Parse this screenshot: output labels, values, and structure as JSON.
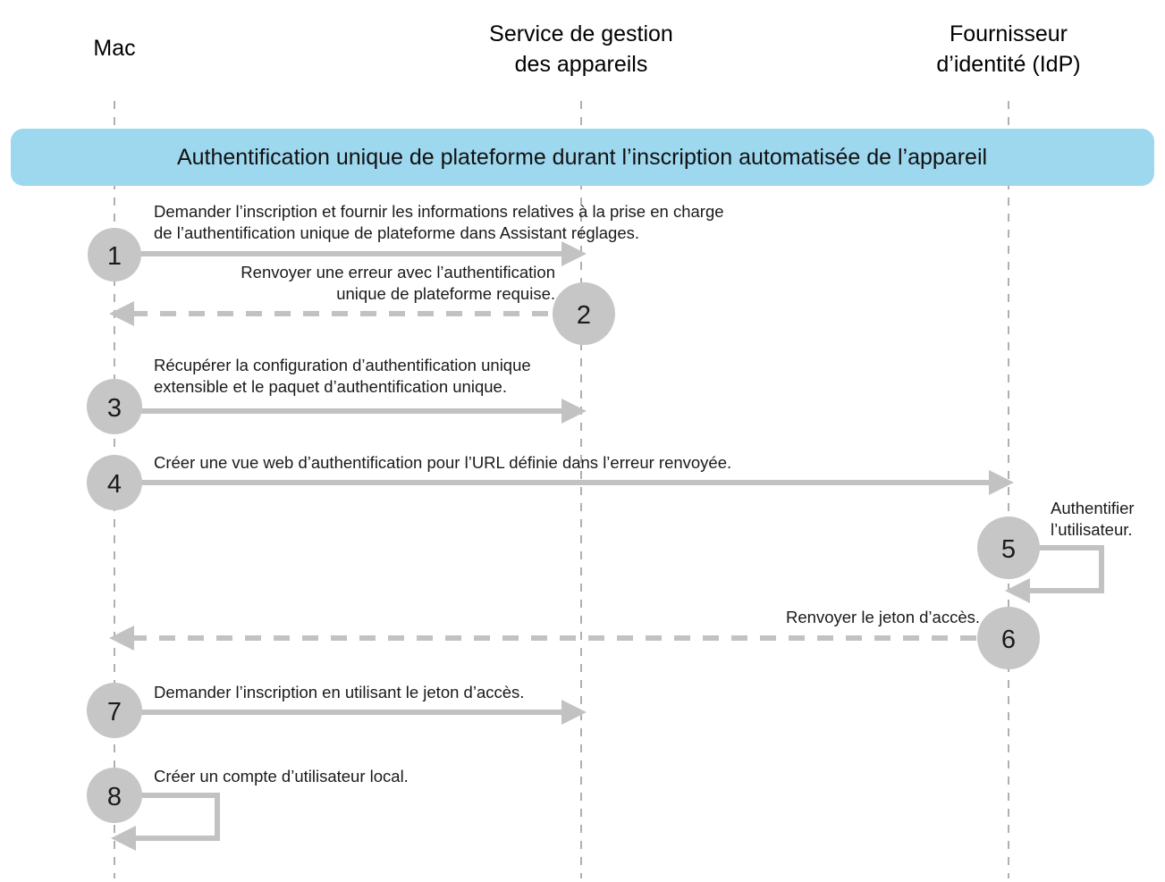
{
  "diagram": {
    "title": "Authentification unique de plateforme durant l’inscription automatisée de l’appareil",
    "banner_color": "#9ED8EF",
    "line_color": "#c2c2c2",
    "circle_color": "#c6c6c6",
    "lifeline_color": "#b0b0b0",
    "actors": [
      {
        "id": "mac",
        "label_line1": "Mac",
        "label_line2": ""
      },
      {
        "id": "mdm",
        "label_line1": "Service de gestion",
        "label_line2": "des appareils"
      },
      {
        "id": "idp",
        "label_line1": "Fournisseur",
        "label_line2": "d’identité (IdP)"
      }
    ],
    "steps": [
      {
        "number": "1",
        "kind": "arrow",
        "direction": "right",
        "style": "solid",
        "from": "mac",
        "to": "mdm",
        "text_lines": [
          "Demander l’inscription et fournir les informations relatives à la prise en charge",
          "de l’authentification unique de plateforme dans Assistant réglages."
        ],
        "text_align": "left"
      },
      {
        "number": "2",
        "kind": "arrow",
        "direction": "left",
        "style": "dashed",
        "from": "mdm",
        "to": "mac",
        "text_lines": [
          "Renvoyer une erreur avec l’authentification",
          "unique de plateforme requise."
        ],
        "text_align": "right"
      },
      {
        "number": "3",
        "kind": "arrow",
        "direction": "right",
        "style": "solid",
        "from": "mac",
        "to": "mdm",
        "text_lines": [
          "Récupérer la configuration d’authentification unique",
          "extensible et le paquet d’authentification unique."
        ],
        "text_align": "left"
      },
      {
        "number": "4",
        "kind": "arrow",
        "direction": "right",
        "style": "solid",
        "from": "mac",
        "to": "idp",
        "text_lines": [
          "Créer une vue web d’authentification pour l’URL définie dans l’erreur renvoyée."
        ],
        "text_align": "left"
      },
      {
        "number": "5",
        "kind": "self-loop",
        "direction": "right",
        "style": "solid",
        "from": "idp",
        "to": "idp",
        "text_lines": [
          "Authentifier",
          "l’utilisateur."
        ],
        "text_align": "left"
      },
      {
        "number": "6",
        "kind": "arrow",
        "direction": "left",
        "style": "dashed",
        "from": "idp",
        "to": "mac",
        "text_lines": [
          "Renvoyer le jeton d’accès."
        ],
        "text_align": "right"
      },
      {
        "number": "7",
        "kind": "arrow",
        "direction": "right",
        "style": "solid",
        "from": "mac",
        "to": "mdm",
        "text_lines": [
          "Demander l’inscription en utilisant le jeton d’accès."
        ],
        "text_align": "left"
      },
      {
        "number": "8",
        "kind": "self-loop",
        "direction": "right",
        "style": "solid",
        "from": "mac",
        "to": "mac",
        "text_lines": [
          "Créer un compte d’utilisateur local."
        ],
        "text_align": "left"
      }
    ]
  }
}
